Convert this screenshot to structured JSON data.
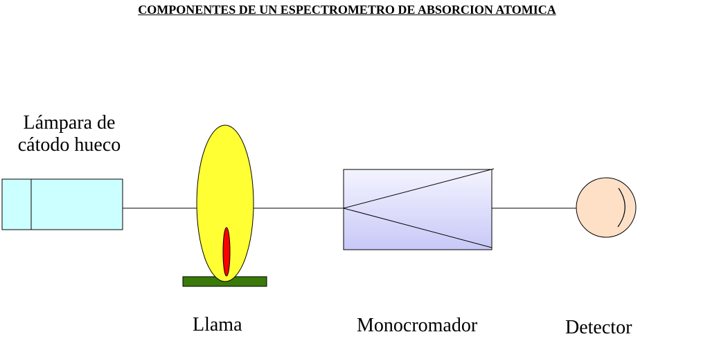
{
  "title": "COMPONENTES DE UN ESPECTROMETRO DE ABSORCION ATOMICA",
  "components": {
    "lamp": {
      "label_line1": "Lámpara de",
      "label_line2": "cátodo hueco",
      "color": "#ccffff"
    },
    "flame": {
      "label": "Llama",
      "outer_color": "#ffff33",
      "inner_color": "#ff0000",
      "burner_color": "#3a7a0a"
    },
    "monochromator": {
      "label": "Monocromador",
      "gradient_top": "#f4f4ff",
      "gradient_bottom": "#c8c8f8"
    },
    "detector": {
      "label": "Detector",
      "color": "#fde0c6"
    }
  }
}
